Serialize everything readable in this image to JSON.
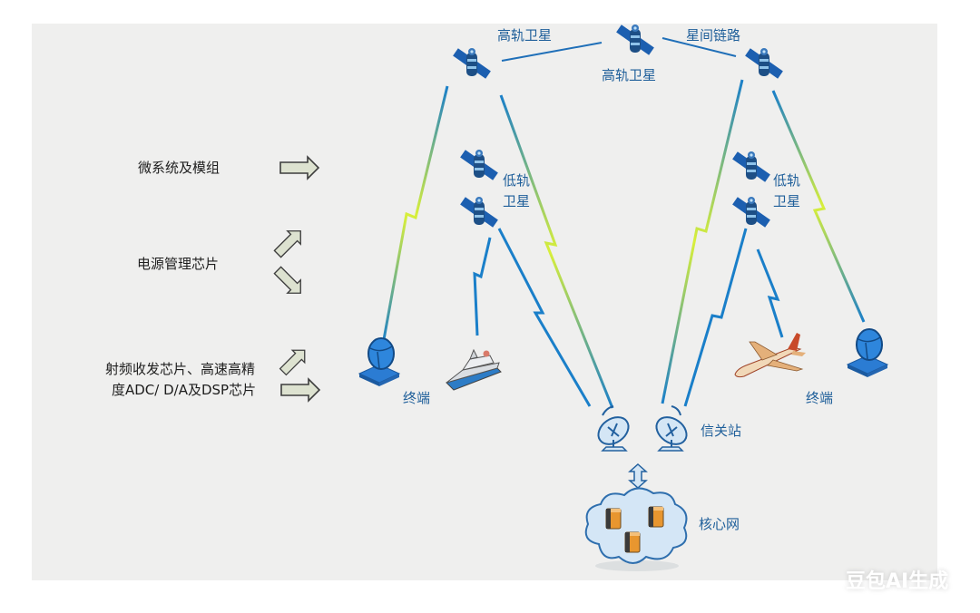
{
  "labels": {
    "geo_satellite_left": "高轨卫星",
    "geo_satellite_center": "高轨卫星",
    "inter_satellite_link": "星间链路",
    "leo_satellite_left_line1": "低轨",
    "leo_satellite_left_line2": "卫星",
    "leo_satellite_right_line1": "低轨",
    "leo_satellite_right_line2": "卫星",
    "terminal_left": "终端",
    "terminal_right": "终端",
    "gateway_station": "信关站",
    "core_network": "核心网"
  },
  "components": {
    "item1": "微系统及模组",
    "item2": "电源管理芯片",
    "item3_line1": "射频收发芯片、高速高精",
    "item3_line2": "度ADC/ D/A及DSP芯片"
  },
  "colors": {
    "label_blue": "#1f5f9a",
    "link_blue": "#1a7fc9",
    "link_yellow": "#d8ef3a",
    "satellite_blue": "#1c5fb0",
    "arrow_fill": "#dde2d0",
    "panel": "#efefee"
  },
  "icons": [
    "satellite-icon",
    "ship-icon",
    "airplane-icon",
    "terminal-dish-icon",
    "gateway-dish-icon",
    "server-icon",
    "cloud-icon",
    "arrow-icon"
  ],
  "watermark": "豆包AI生成"
}
